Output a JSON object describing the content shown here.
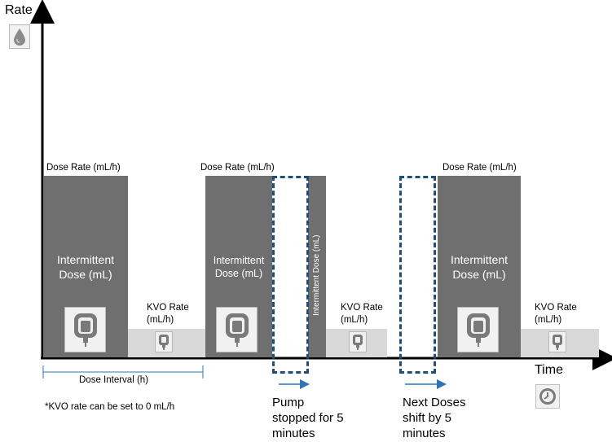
{
  "axes": {
    "y_label": "Rate",
    "x_label": "Time"
  },
  "dose_rate_label": "Dose Rate (mL/h)",
  "intermittent_dose_line1": "Intermittent",
  "intermittent_dose_line2": "Dose (mL)",
  "intermittent_dose_vertical": "Intermittent Dose (mL)",
  "kvo_line1": "KVO Rate",
  "kvo_line2": "(mL/h)",
  "dose_interval_label": "Dose Interval (h)",
  "kvo_note": "*KVO rate can be set to 0 mL/h",
  "pump_stopped": [
    "Pump",
    "stopped for 5",
    "minutes"
  ],
  "next_doses": [
    "Next Doses",
    "shift by 5",
    "minutes"
  ],
  "icons": {
    "rate": "droplet-icon",
    "time": "clock-icon",
    "bag": "iv-bag-icon"
  },
  "colors": {
    "dose_block": "#6f6f6f",
    "kvo_block": "#d9d9d9",
    "dashed_box": "#1f4e79",
    "arrow": "#2e75b6"
  }
}
